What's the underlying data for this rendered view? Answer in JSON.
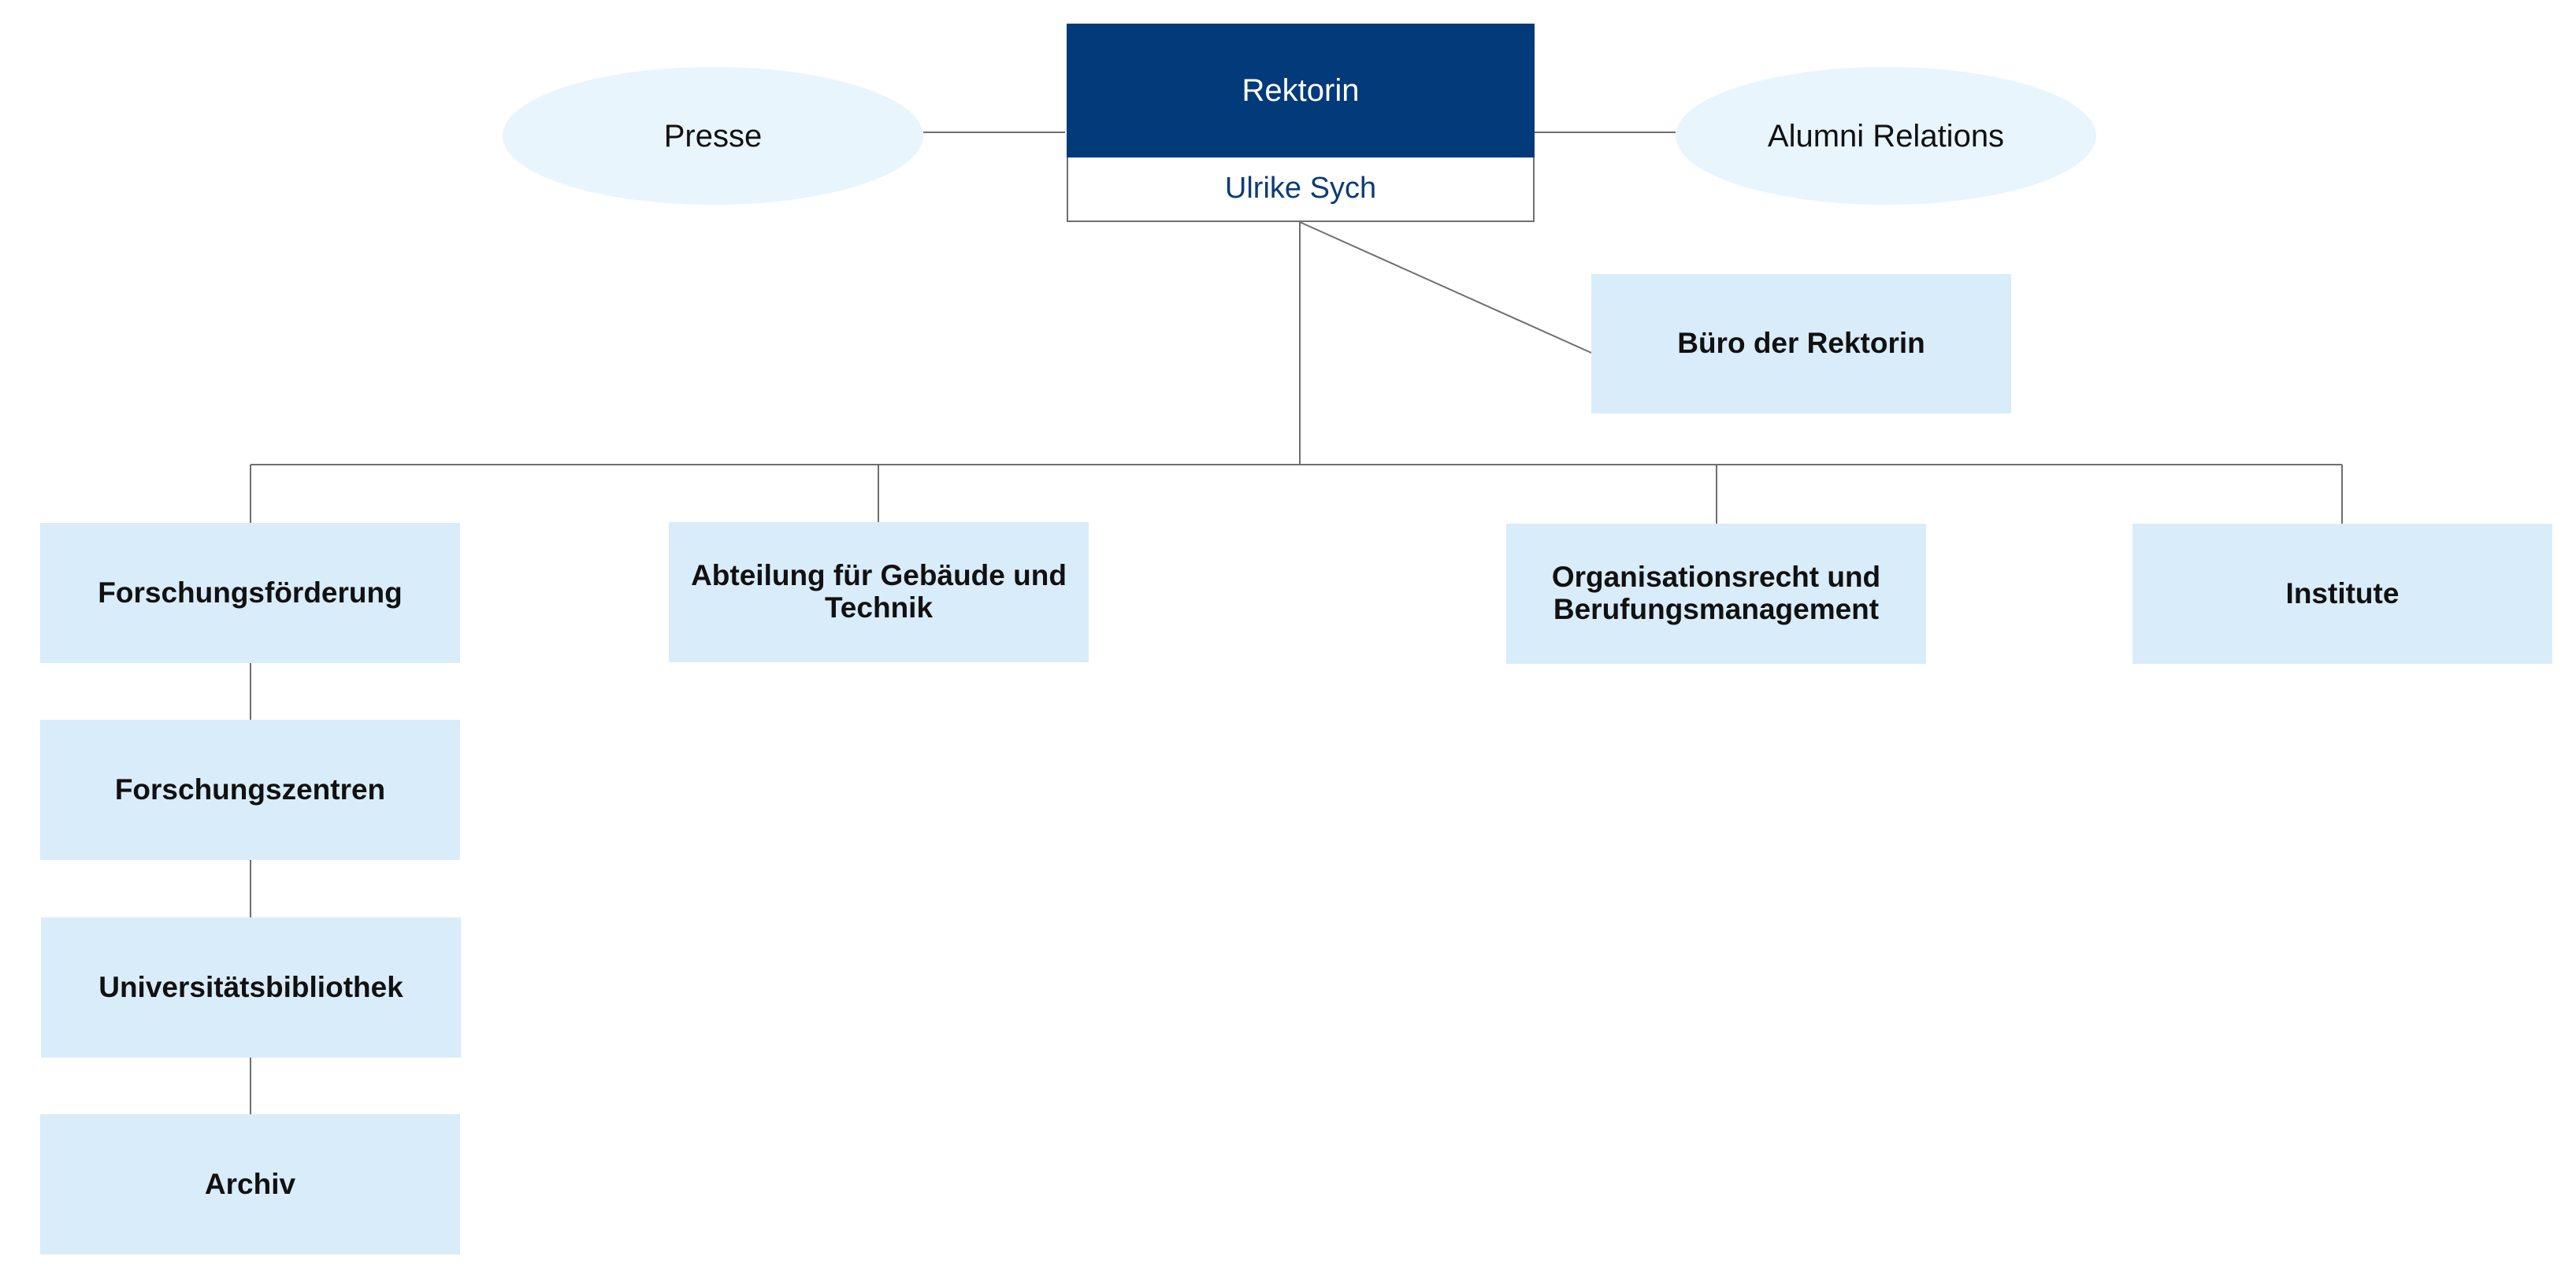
{
  "colors": {
    "head": "#023a7a",
    "head_name": "#0a3c78",
    "box": "#d9ecf9",
    "ellipse": "#e9f5fc",
    "line": "#6f6f6f"
  },
  "head": {
    "title": "Rektorin",
    "name": "Ulrike Sych"
  },
  "side": {
    "left": "Presse",
    "right": "Alumni Relations"
  },
  "staff": {
    "office": "Büro der Rektorin"
  },
  "departments": [
    "Forschungsförderung",
    "Abteilung für Gebäude und Technik",
    "Organisationsrecht und Berufungsmanagement",
    "Institute"
  ],
  "research_chain": [
    "Forschungszentren",
    "Universitätsbibliothek",
    "Archiv"
  ]
}
